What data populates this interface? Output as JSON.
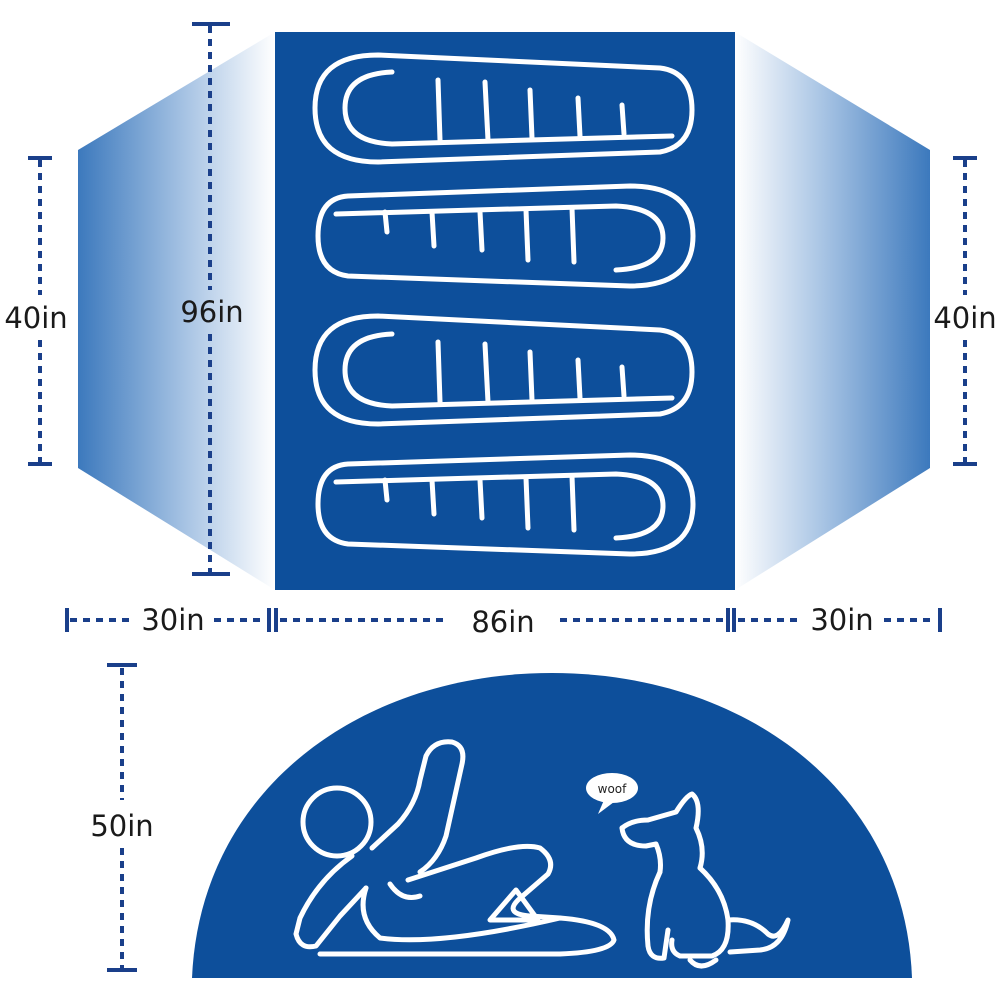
{
  "colors": {
    "tent_blue": "#0d4f9b",
    "dimension_line": "#1a3f8a",
    "line_art": "#ffffff",
    "vestibule_gradient": [
      "#3c79bd",
      "#ffffff"
    ]
  },
  "floor_plan": {
    "sleeping_bags": 4,
    "dimensions": {
      "left_vestibule_height": "40in",
      "floor_length": "96in",
      "right_vestibule_height": "40in",
      "left_vestibule_depth": "30in",
      "floor_width": "86in",
      "right_vestibule_depth": "30in"
    }
  },
  "side_view": {
    "dimensions": {
      "peak_height": "50in"
    },
    "speech_bubble": "woof"
  }
}
